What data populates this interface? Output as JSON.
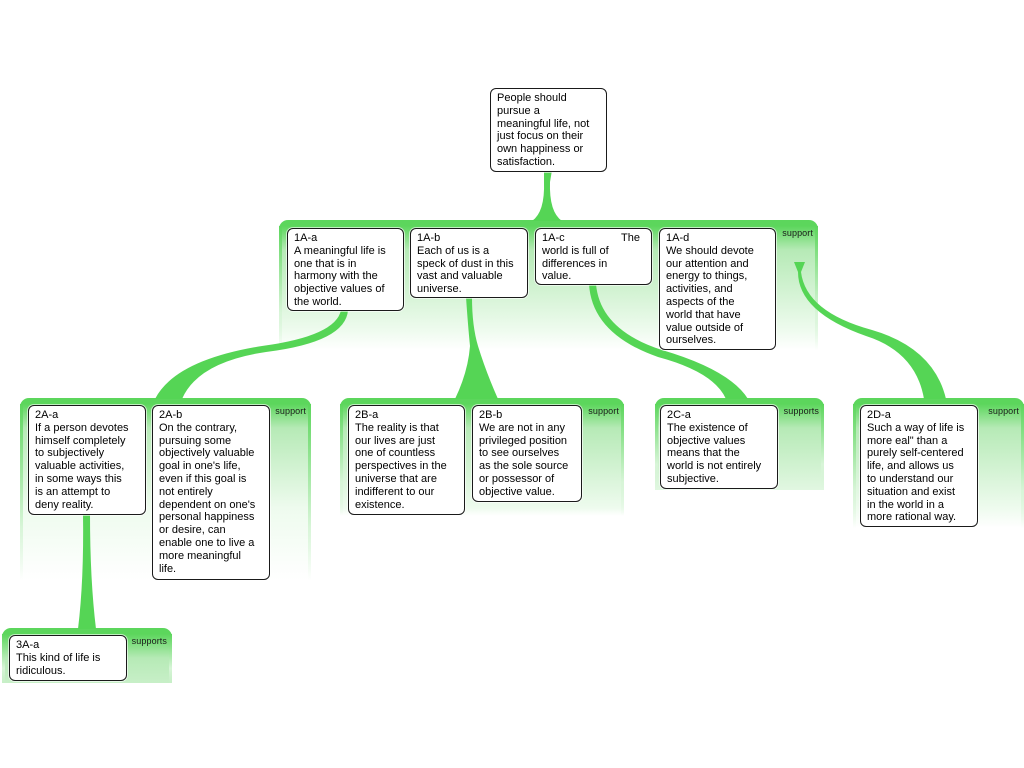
{
  "root": {
    "text": "People should\npursue a\nmeaningful life, not\njust focus on their\nown happiness or\nsatisfaction."
  },
  "groups": {
    "g1": {
      "label": "support"
    },
    "g2a": {
      "label": "support"
    },
    "g2b": {
      "label": "support"
    },
    "g2c": {
      "label": "supports"
    },
    "g2d": {
      "label": "support"
    },
    "g3a": {
      "label": "supports"
    }
  },
  "claims": {
    "c1a": {
      "id": "1A-a",
      "text": "A meaningful life is\none that is in\nharmony with the\nobjective values of\nthe world."
    },
    "c1b": {
      "id": "1A-b",
      "text": "Each of us is a\nspeck of dust in this\nvast and valuable\nuniverse."
    },
    "c1c": {
      "id": "1A-c",
      "text": "world is full of\ndifferences in\nvalue."
    },
    "c1d": {
      "id": "1A-d",
      "text": "We should devote\nour attention and\nenergy to things,\nactivities, and\naspects of the\nworld that have\nvalue outside of\nourselves."
    },
    "c2a_a": {
      "id": "2A-a",
      "text": "If a person devotes\nhimself completely\nto subjectively\nvaluable activities,\nin some ways this\nis an attempt to\ndeny reality."
    },
    "c2a_b": {
      "id": "2A-b",
      "text": "On the contrary,\npursuing some\nobjectively valuable\ngoal in one's life,\neven if this goal is\nnot entirely\ndependent on one's\npersonal happiness\nor desire, can\nenable one to live a\nmore meaningful\nlife."
    },
    "c2b_a": {
      "id": "2B-a",
      "text": "The reality is that\nour lives are just\none of countless\nperspectives in the\nuniverse that are\nindifferent to our\nexistence."
    },
    "c2b_b": {
      "id": "2B-b",
      "text": "We are not in any\nprivileged position\nto see ourselves\nas the sole source\nor possessor of\nobjective value."
    },
    "c2c_a": {
      "id": "2C-a",
      "text": "The existence of\nobjective values\nmeans that the\nworld is not entirely\nsubjective."
    },
    "c2d_a": {
      "id": "2D-a",
      "text": "Such a way of life is\nmore eal\" than a\npurely self-centered\nlife, and allows us\nto understand our\nsituation and exist\nin the world in a\nmore rational way."
    },
    "c3a_a": {
      "id": "3A-a",
      "text": "This kind of life is\nridiculous."
    }
  },
  "c1c_header_word": "The",
  "colors": {
    "connector": "#55d555",
    "group_top": "#5cd65c",
    "box_border": "#1a1a1a"
  }
}
